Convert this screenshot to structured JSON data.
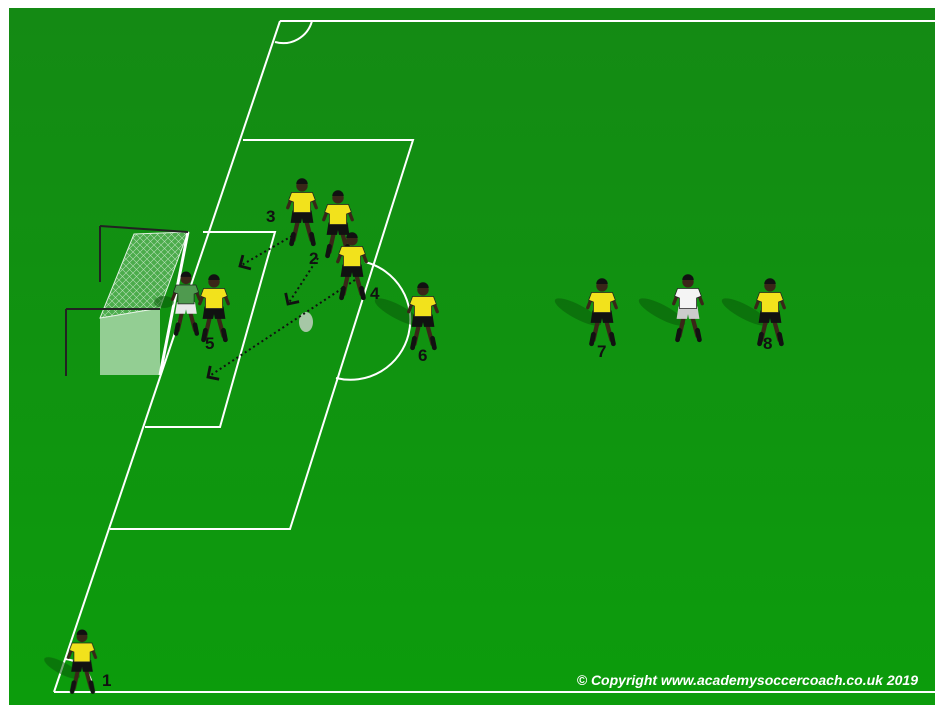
{
  "diagram": {
    "colors": {
      "grass_top": "#148a14",
      "grass_bottom": "#0c9c0c",
      "lines": "#ffffff",
      "attacker_shirt": "#f2e21c",
      "attacker_shorts": "#111111",
      "goalkeeper_shirt": "#4f9a4f",
      "defender_shirt": "#f4f4f4",
      "skin": "#3a2618"
    },
    "player_numbers": [
      "1",
      "2",
      "3",
      "4",
      "5",
      "6",
      "7",
      "8"
    ],
    "copyright": "© Copyright www.academysoccercoach.co.uk 2019"
  }
}
